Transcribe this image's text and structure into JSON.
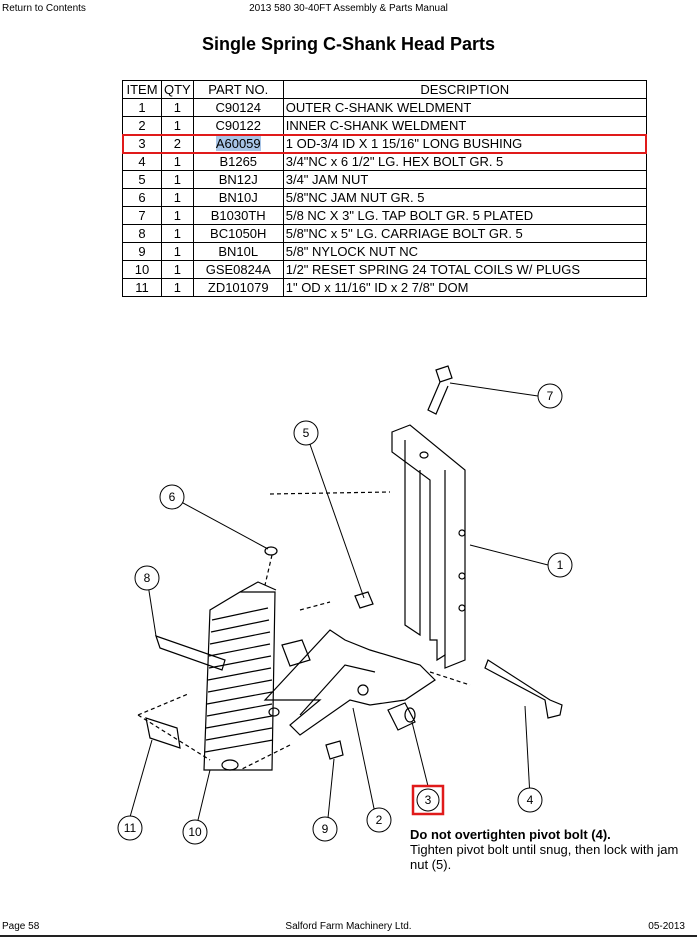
{
  "header": {
    "return_link": "Return to Contents",
    "manual_title": "2013 580 30-40FT Assembly & Parts Manual"
  },
  "page_title": "Single Spring C-Shank Head Parts",
  "table": {
    "columns": [
      "ITEM",
      "QTY",
      "PART NO.",
      "DESCRIPTION"
    ],
    "rows": [
      {
        "item": "1",
        "qty": "1",
        "part": "C90124",
        "desc": "OUTER C-SHANK WELDMENT"
      },
      {
        "item": "2",
        "qty": "1",
        "part": "C90122",
        "desc": "INNER C-SHANK WELDMENT"
      },
      {
        "item": "3",
        "qty": "2",
        "part": "A60059",
        "desc": "1 OD-3/4 ID X 1 15/16\" LONG BUSHING"
      },
      {
        "item": "4",
        "qty": "1",
        "part": "B1265",
        "desc": "3/4\"NC x 6 1/2\" LG. HEX BOLT GR. 5"
      },
      {
        "item": "5",
        "qty": "1",
        "part": "BN12J",
        "desc": "3/4\" JAM NUT"
      },
      {
        "item": "6",
        "qty": "1",
        "part": "BN10J",
        "desc": "5/8\"NC JAM NUT GR. 5"
      },
      {
        "item": "7",
        "qty": "1",
        "part": "B1030TH",
        "desc": "5/8 NC X 3\" LG. TAP BOLT GR. 5 PLATED"
      },
      {
        "item": "8",
        "qty": "1",
        "part": "BC1050H",
        "desc": "5/8\"NC x 5\" LG. CARRIAGE BOLT GR. 5"
      },
      {
        "item": "9",
        "qty": "1",
        "part": "BN10L",
        "desc": "5/8\" NYLOCK NUT NC"
      },
      {
        "item": "10",
        "qty": "1",
        "part": "GSE0824A",
        "desc": "1/2\" RESET SPRING 24 TOTAL COILS W/ PLUGS"
      },
      {
        "item": "11",
        "qty": "1",
        "part": "ZD101079",
        "desc": "1\" OD x 11/16\" ID x 2 7/8\" DOM"
      }
    ]
  },
  "diagram": {
    "callouts": [
      "1",
      "2",
      "3",
      "4",
      "5",
      "6",
      "7",
      "8",
      "9",
      "10",
      "11"
    ],
    "highlight_color": "#e01a1a"
  },
  "note": {
    "bold": "Do not overtighten pivot bolt (4).",
    "text": "Tighten pivot bolt until snug, then lock with jam nut (5)."
  },
  "footer": {
    "page": "Page 58",
    "company": "Salford Farm Machinery Ltd.",
    "date": "05-2013"
  }
}
